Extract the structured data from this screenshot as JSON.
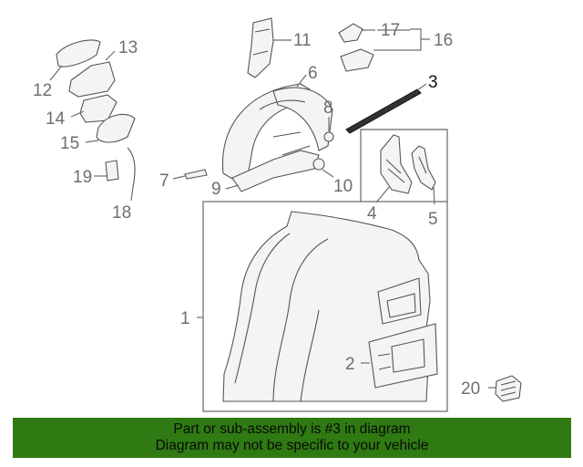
{
  "callouts": [
    {
      "id": "1",
      "text": "1"
    },
    {
      "id": "2",
      "text": "2"
    },
    {
      "id": "3",
      "text": "3"
    },
    {
      "id": "4",
      "text": "4"
    },
    {
      "id": "5",
      "text": "5"
    },
    {
      "id": "6",
      "text": "6"
    },
    {
      "id": "7",
      "text": "7"
    },
    {
      "id": "8",
      "text": "8"
    },
    {
      "id": "9",
      "text": "9"
    },
    {
      "id": "10",
      "text": "10"
    },
    {
      "id": "11",
      "text": "11"
    },
    {
      "id": "12",
      "text": "12"
    },
    {
      "id": "13",
      "text": "13"
    },
    {
      "id": "14",
      "text": "14"
    },
    {
      "id": "15",
      "text": "15"
    },
    {
      "id": "16",
      "text": "16"
    },
    {
      "id": "17",
      "text": "17"
    },
    {
      "id": "18",
      "text": "18"
    },
    {
      "id": "19",
      "text": "19"
    },
    {
      "id": "20",
      "text": "20"
    }
  ],
  "highlight_part": "3",
  "banner": {
    "line1": "Part or sub-assembly is #3 in diagram",
    "line2": "Diagram may not be specific to your vehicle",
    "color": "#2f7a12"
  }
}
